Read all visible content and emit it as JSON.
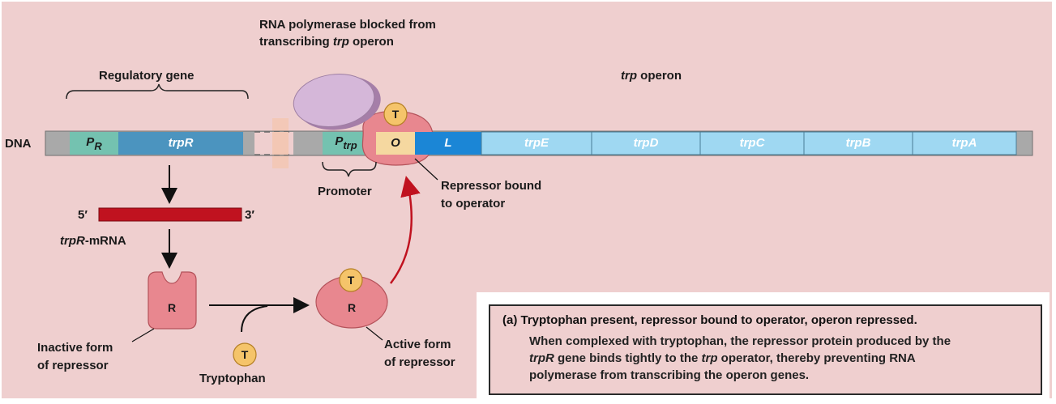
{
  "labels": {
    "rna_polymerase_line1": "RNA polymerase blocked from",
    "rna_polymerase_line2_italic": "trp",
    "rna_polymerase_line2_pre": "transcribing ",
    "rna_polymerase_line2_post": " operon",
    "regulatory_gene": "Regulatory gene",
    "trp_operon_italic": "trp",
    "trp_operon_post": " operon",
    "dna": "DNA",
    "promoter": "Promoter",
    "repressor_bound_line1": "Repressor bound",
    "repressor_bound_line2": "to operator",
    "five_prime": "5′",
    "three_prime": "3′",
    "trpr_mrna_italic": "trpR",
    "trpr_mrna_post": "-mRNA",
    "inactive_line1": "Inactive form",
    "inactive_line2": "of repressor",
    "active_line1": "Active form",
    "active_line2": "of repressor",
    "tryptophan": "Tryptophan"
  },
  "dna_segments": {
    "pr_main": "P",
    "pr_sub": "R",
    "trpr": "trpR",
    "ptrp_main": "P",
    "ptrp_sub": "trp",
    "operator": "O",
    "leader": "L",
    "trpe": "trpE",
    "trpd": "trpD",
    "trpc": "trpC",
    "trpb": "trpB",
    "trpa": "trpA"
  },
  "molecules": {
    "tryptophan_symbol": "T",
    "repressor_symbol": "R"
  },
  "caption": {
    "title": "(a) Tryptophan present, repressor bound to operator, operon repressed.",
    "body_1": "When complexed with tryptophan, the repressor protein produced by the",
    "body_2_italic": "trpR",
    "body_2_mid": " gene binds tightly to the ",
    "body_2_italic2": "trp",
    "body_2_post": " operator, thereby preventing RNA",
    "body_3": "polymerase from transcribing the operon genes."
  },
  "colors": {
    "background": "#efcfcf",
    "dna_gray": "#a9a9a9",
    "regulatory_blue": "#4b94bf",
    "promoter_teal": "#74c2b0",
    "operon_light_blue": "#9fd8f2",
    "leader_blue": "#1b86d6",
    "operator_tan": "#f5d8a0",
    "mrna_red": "#c0121f",
    "repressor_pink": "#e8878f",
    "polymerase_lavender": "#d5b7d9",
    "tryptophan_yellow": "#f5c46a",
    "arrow_red": "#c0121f"
  }
}
